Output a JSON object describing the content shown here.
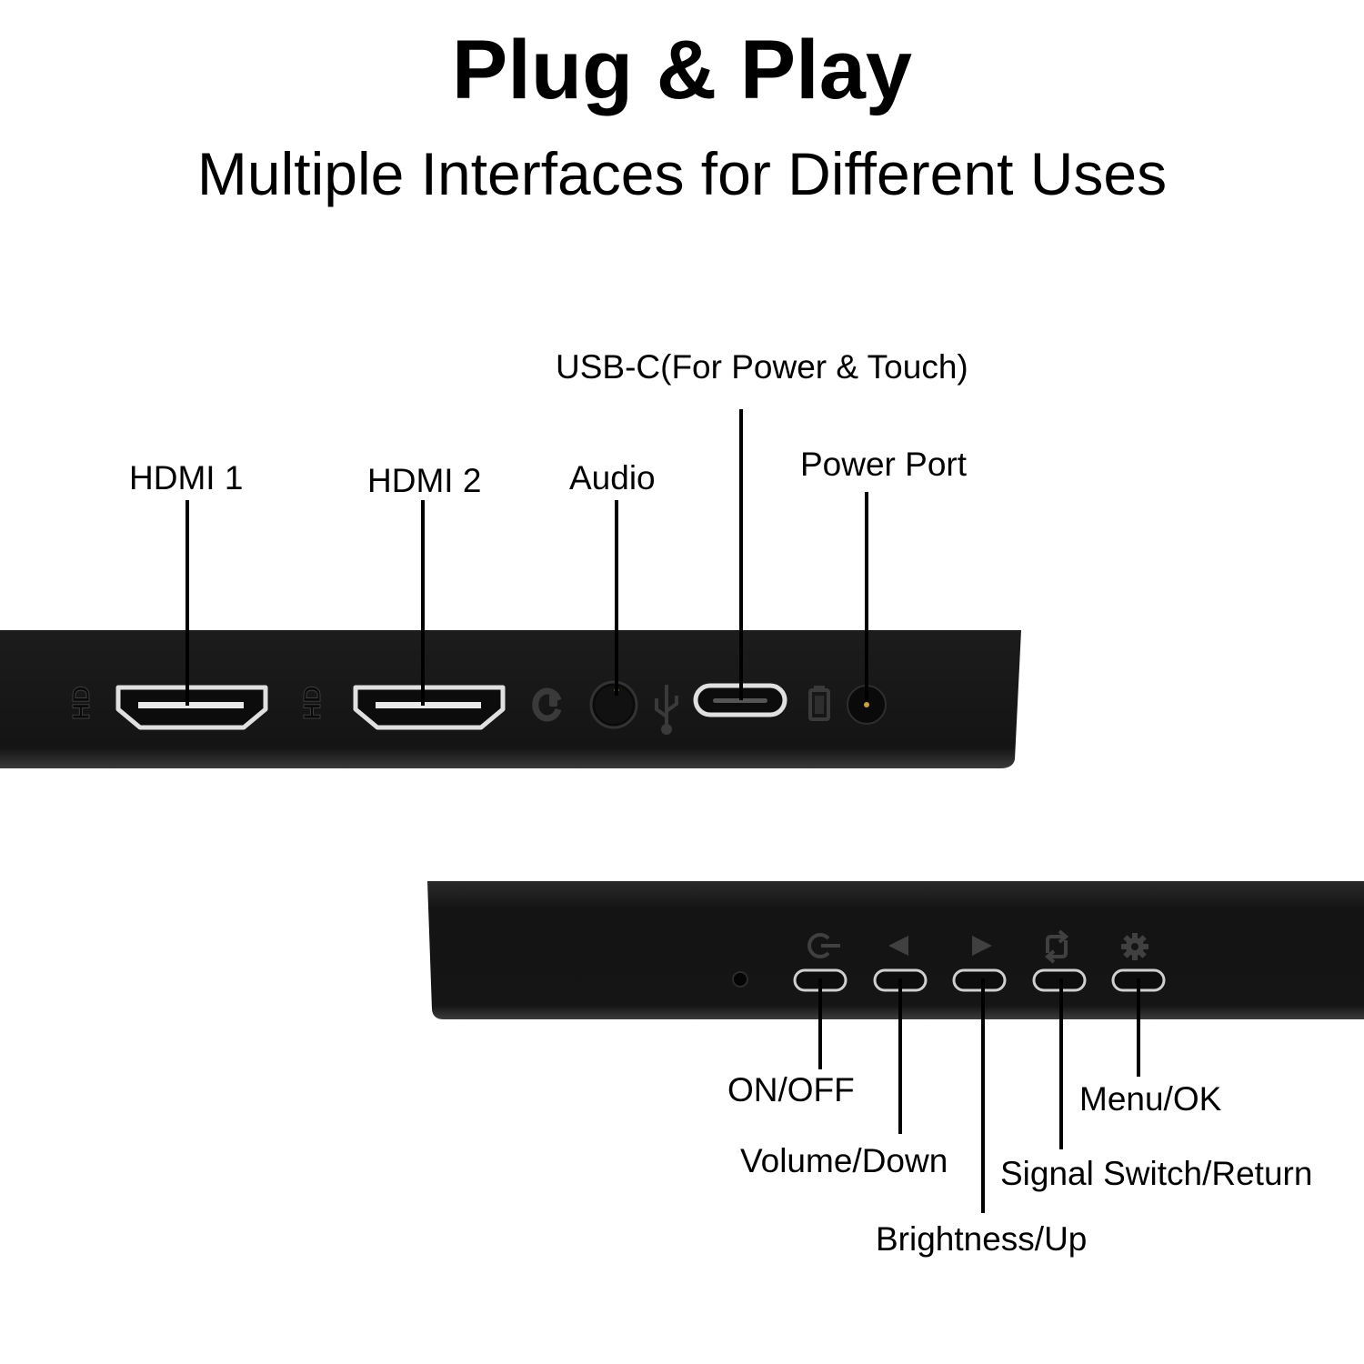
{
  "header": {
    "title": "Plug & Play",
    "subtitle": "Multiple Interfaces for Different Uses"
  },
  "ports": {
    "hdmi1": "HDMI 1",
    "hdmi2": "HDMI 2",
    "audio": "Audio",
    "usbc": "USB-C(For Power & Touch)",
    "power_port": "Power Port"
  },
  "buttons": {
    "on_off": "ON/OFF",
    "volume_down": "Volume/Down",
    "brightness_up": "Brightness/Up",
    "signal_switch_return": "Signal Switch/Return",
    "menu_ok": "Menu/OK"
  },
  "port_markings": {
    "hd_logo": "HD"
  },
  "colors": {
    "panel": "#151515",
    "panel_edge": "#2a2a2a",
    "port_outline": "#dcdcdc",
    "leader_line": "#000000"
  },
  "icons": [
    "headphone-icon",
    "usb-icon",
    "battery-icon",
    "power-icon",
    "left-arrow-icon",
    "right-arrow-icon",
    "signal-switch-icon",
    "gear-icon"
  ]
}
